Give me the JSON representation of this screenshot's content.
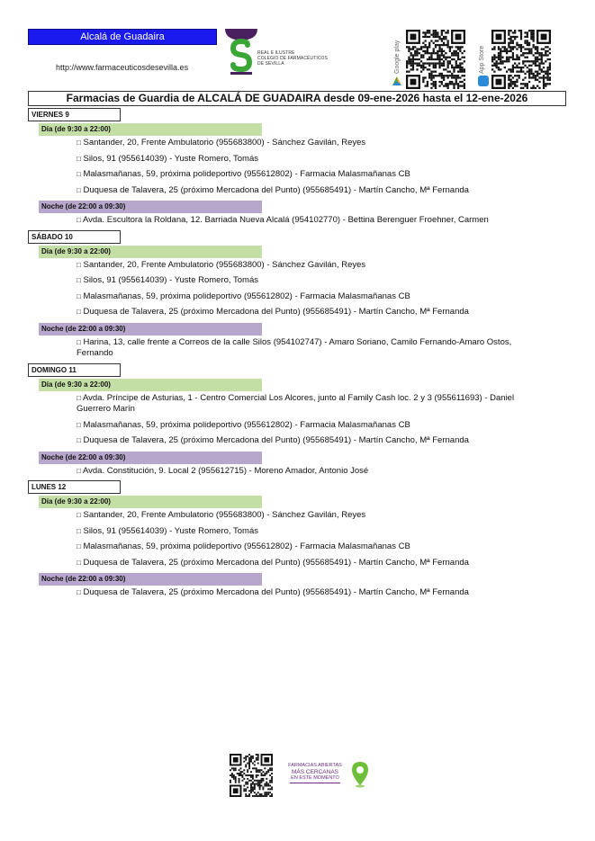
{
  "header": {
    "town": "Alcalá de Guadaira",
    "url": "http://www.farmaceuticosdesevilla.es",
    "college_lines": [
      "REAL E ILUSTRE",
      "COLEGIO DE FARMACÉUTICOS",
      "DE SEVILLA"
    ],
    "google_play": "Google play",
    "app_store": "App Store"
  },
  "title": "Farmacias de Guardia de ALCALÁ DE GUADAIRA desde 09-ene-2026 hasta el 12-ene-2026",
  "bullet": "□",
  "days": [
    {
      "label": "VIERNES 9",
      "day_shift": {
        "label": "Día (de 9:30 a 22:00)",
        "entries": [
          "Santander, 20, Frente Ambulatorio (955683800) - Sánchez Gavilán, Reyes",
          "Silos, 91 (955614039) - Yuste Romero, Tomás",
          "Malasmañanas, 59, próxima polideportivo (955612802) - Farmacia Malasmañanas CB",
          "Duquesa de Talavera, 25 (próximo Mercadona del Punto) (955685491) - Martín Cancho, Mª Fernanda"
        ]
      },
      "night_shift": {
        "label": "Noche (de 22:00 a 09:30)",
        "entries": [
          "Avda. Escultora la Roldana, 12. Barriada Nueva Alcalá (954102770) - Bettina Berenguer Froehner, Carmen"
        ]
      }
    },
    {
      "label": "SÁBADO 10",
      "day_shift": {
        "label": "Día (de 9:30 a 22:00)",
        "entries": [
          "Santander, 20, Frente Ambulatorio (955683800) - Sánchez Gavilán, Reyes",
          "Silos, 91 (955614039) - Yuste Romero, Tomás",
          "Malasmañanas, 59, próxima polideportivo (955612802) - Farmacia Malasmañanas CB",
          "Duquesa de Talavera, 25 (próximo Mercadona del Punto) (955685491) - Martín Cancho, Mª Fernanda"
        ]
      },
      "night_shift": {
        "label": "Noche (de 22:00 a 09:30)",
        "entries": [
          "Harina, 13, calle frente a Correos de la calle Silos (954102747) - Amaro Soriano, Camilo Fernando-Amaro Ostos, Fernando"
        ]
      }
    },
    {
      "label": "DOMINGO 11",
      "day_shift": {
        "label": "Día (de 9:30 a 22:00)",
        "entries": [
          "Avda. Príncipe de Asturias, 1 - Centro Comercial Los Alcores, junto al Family Cash loc. 2 y 3 (955611693) - Daniel Guerrero Marín",
          "Malasmañanas, 59, próxima polideportivo (955612802) - Farmacia Malasmañanas CB",
          "Duquesa de Talavera, 25 (próximo Mercadona del Punto) (955685491) - Martín Cancho, Mª Fernanda"
        ]
      },
      "night_shift": {
        "label": "Noche (de 22:00 a 09:30)",
        "entries": [
          "Avda. Constitución, 9. Local 2 (955612715) - Moreno Amador, Antonio José"
        ]
      }
    },
    {
      "label": "LUNES 12",
      "day_shift": {
        "label": "Día (de 9:30 a 22:00)",
        "entries": [
          "Santander, 20, Frente Ambulatorio (955683800) - Sánchez Gavilán, Reyes",
          "Silos, 91 (955614039) - Yuste Romero, Tomás",
          "Malasmañanas, 59, próxima polideportivo (955612802) - Farmacia Malasmañanas CB",
          "Duquesa de Talavera, 25 (próximo Mercadona del Punto) (955685491) - Martín Cancho, Mª Fernanda"
        ]
      },
      "night_shift": {
        "label": "Noche (de 22:00 a 09:30)",
        "entries": [
          "Duquesa de Talavera, 25 (próximo Mercadona del Punto) (955685491) - Martín Cancho, Mª Fernanda"
        ]
      }
    }
  ],
  "footer": {
    "line1": "FARMACIAS ABIERTAS",
    "line2": "MÁS CERCANAS",
    "line3": "EN ESTE MOMENTO"
  },
  "colors": {
    "town_box": "#1a1aee",
    "day_shift": "#c4dfa5",
    "night_shift": "#b7a7cc",
    "brand_green": "#3aa635",
    "brand_purple": "#4a1f5e",
    "footer_purple": "#6b2f80"
  },
  "icons": {
    "google_play": "google-play-icon",
    "app_store": "app-store-icon",
    "location": "location-pin-icon"
  }
}
